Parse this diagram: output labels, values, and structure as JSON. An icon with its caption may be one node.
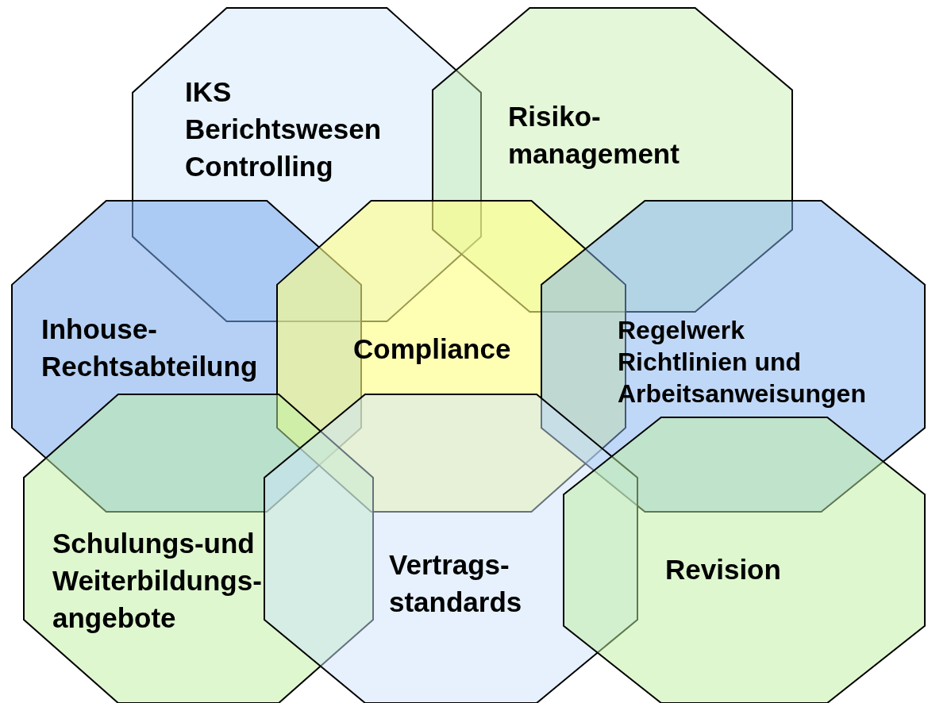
{
  "diagram": {
    "nodes": [
      {
        "text": [
          "IKS",
          "Berichtswesen",
          "Controlling"
        ]
      },
      {
        "text": [
          "Risiko- management"
        ]
      },
      {
        "text": [
          "Inhouse- Rechtsabteilung"
        ]
      },
      {
        "text": [
          "Compliance"
        ]
      },
      {
        "text": [
          "Regelwerk",
          "Richtlinien und Arbeitsanweisungen"
        ]
      },
      {
        "text": [
          "Schulungs-und Weiterbildungs- angebote"
        ]
      },
      {
        "text": [
          "Vertrags- standards"
        ]
      },
      {
        "text": [
          "Revision"
        ]
      }
    ]
  }
}
